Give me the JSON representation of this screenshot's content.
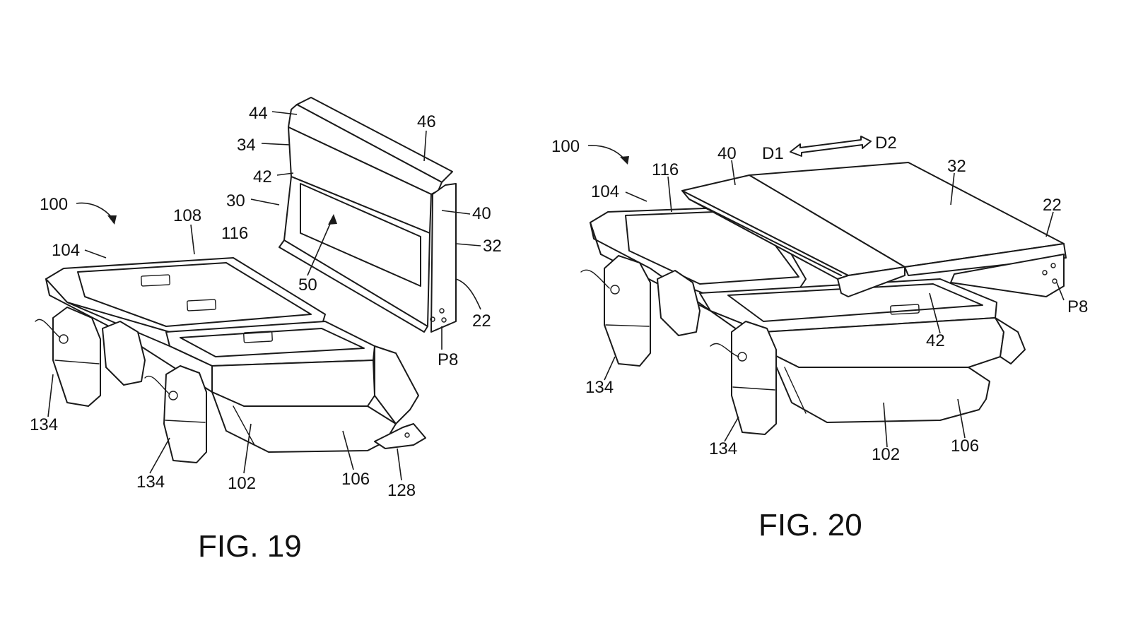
{
  "figures": [
    {
      "id": "fig19",
      "caption": "FIG. 19",
      "labels": [
        "100",
        "104",
        "108",
        "116",
        "44",
        "34",
        "42",
        "30",
        "46",
        "40",
        "50",
        "32",
        "22",
        "P8",
        "134",
        "134",
        "102",
        "106",
        "128"
      ]
    },
    {
      "id": "fig20",
      "caption": "FIG. 20",
      "labels": [
        "100",
        "104",
        "116",
        "40",
        "D1",
        "D2",
        "32",
        "22",
        "P8",
        "42",
        "134",
        "134",
        "102",
        "106"
      ]
    }
  ]
}
